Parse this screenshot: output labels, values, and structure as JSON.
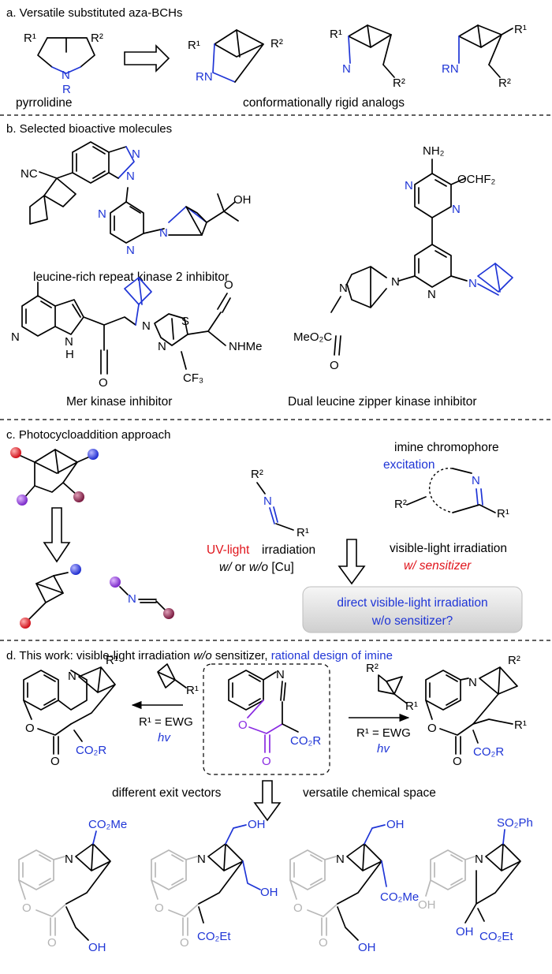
{
  "sections": {
    "a": {
      "title": "a. Versatile substituted aza-BCHs",
      "left_caption": "pyrrolidine",
      "right_caption": "conformationally rigid analogs"
    },
    "b": {
      "title": "b. Selected bioactive molecules",
      "mol1_caption": "leucine-rich repeat kinase 2 inhibitor",
      "mol2_caption": "Mer kinase inhibitor",
      "mol3_caption": "Dual leucine zipper kinase inhibitor"
    },
    "c": {
      "title": "c. Photocycloaddition approach",
      "uv_red": "UV-light",
      "uv_rest": " irradiation",
      "uv_line2_a": "w/",
      "uv_line2_b": " or ",
      "uv_line2_c": "w/o",
      "uv_line2_d": " [Cu]",
      "chromophore": "imine chromophore",
      "excitation": "excitation",
      "visible_line1": "visible-light irradiation",
      "visible_line2": "w/ sensitizer",
      "question_line1": "direct visible-light irradiation",
      "question_line2": "w/o sensitizer?"
    },
    "d": {
      "title_a": "d. This work: visible-light irradiation ",
      "title_b": "w/o",
      "title_c": " sensitizer, ",
      "title_d": "rational design of imine",
      "cond_left": "R¹ = EWG",
      "cond_right": "R¹ = EWG",
      "hv": "hv",
      "exit_vectors": "different exit vectors",
      "chem_space": "versatile chemical space"
    }
  },
  "labels": {
    "R1": "R¹",
    "R2": "R²",
    "R": "R",
    "N": "N",
    "RN": "RN",
    "NC": "NC",
    "OH": "OH",
    "NH2": "NH₂",
    "OCHF2": "OCHF₂",
    "MeO2C": "MeO₂C",
    "NHMe": "NHMe",
    "CF3": "CF₃",
    "S": "S",
    "O": "O",
    "H": "H",
    "CO2R": "CO₂R",
    "CO2Me": "CO₂Me",
    "CO2Et": "CO₂Et",
    "SO2Ph": "SO₂Ph"
  },
  "colors": {
    "blue": "#1f35d6",
    "red": "#e0141b",
    "purple": "#8a2be2",
    "grey": "#b3b3b3"
  }
}
